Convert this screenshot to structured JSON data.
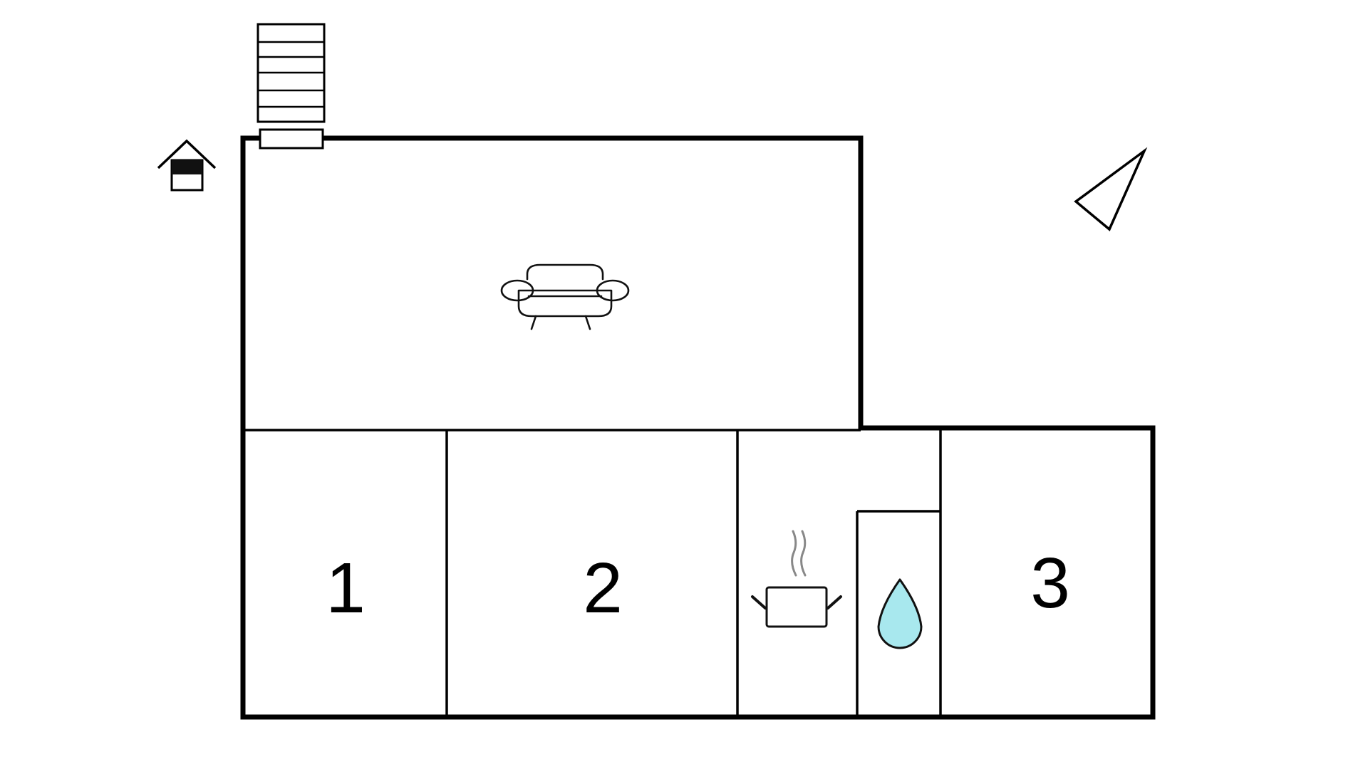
{
  "rooms": [
    {
      "label": "1"
    },
    {
      "label": "2"
    },
    {
      "label": "3"
    }
  ],
  "icons": [
    "entrance-house-icon",
    "stairs-icon",
    "sofa-icon",
    "north-arrow-icon",
    "cooking-pot-icon",
    "water-drop-icon"
  ],
  "colors": {
    "line": "#000000",
    "water": "#a8e8ee",
    "steam": "#888888",
    "background": "#ffffff"
  }
}
